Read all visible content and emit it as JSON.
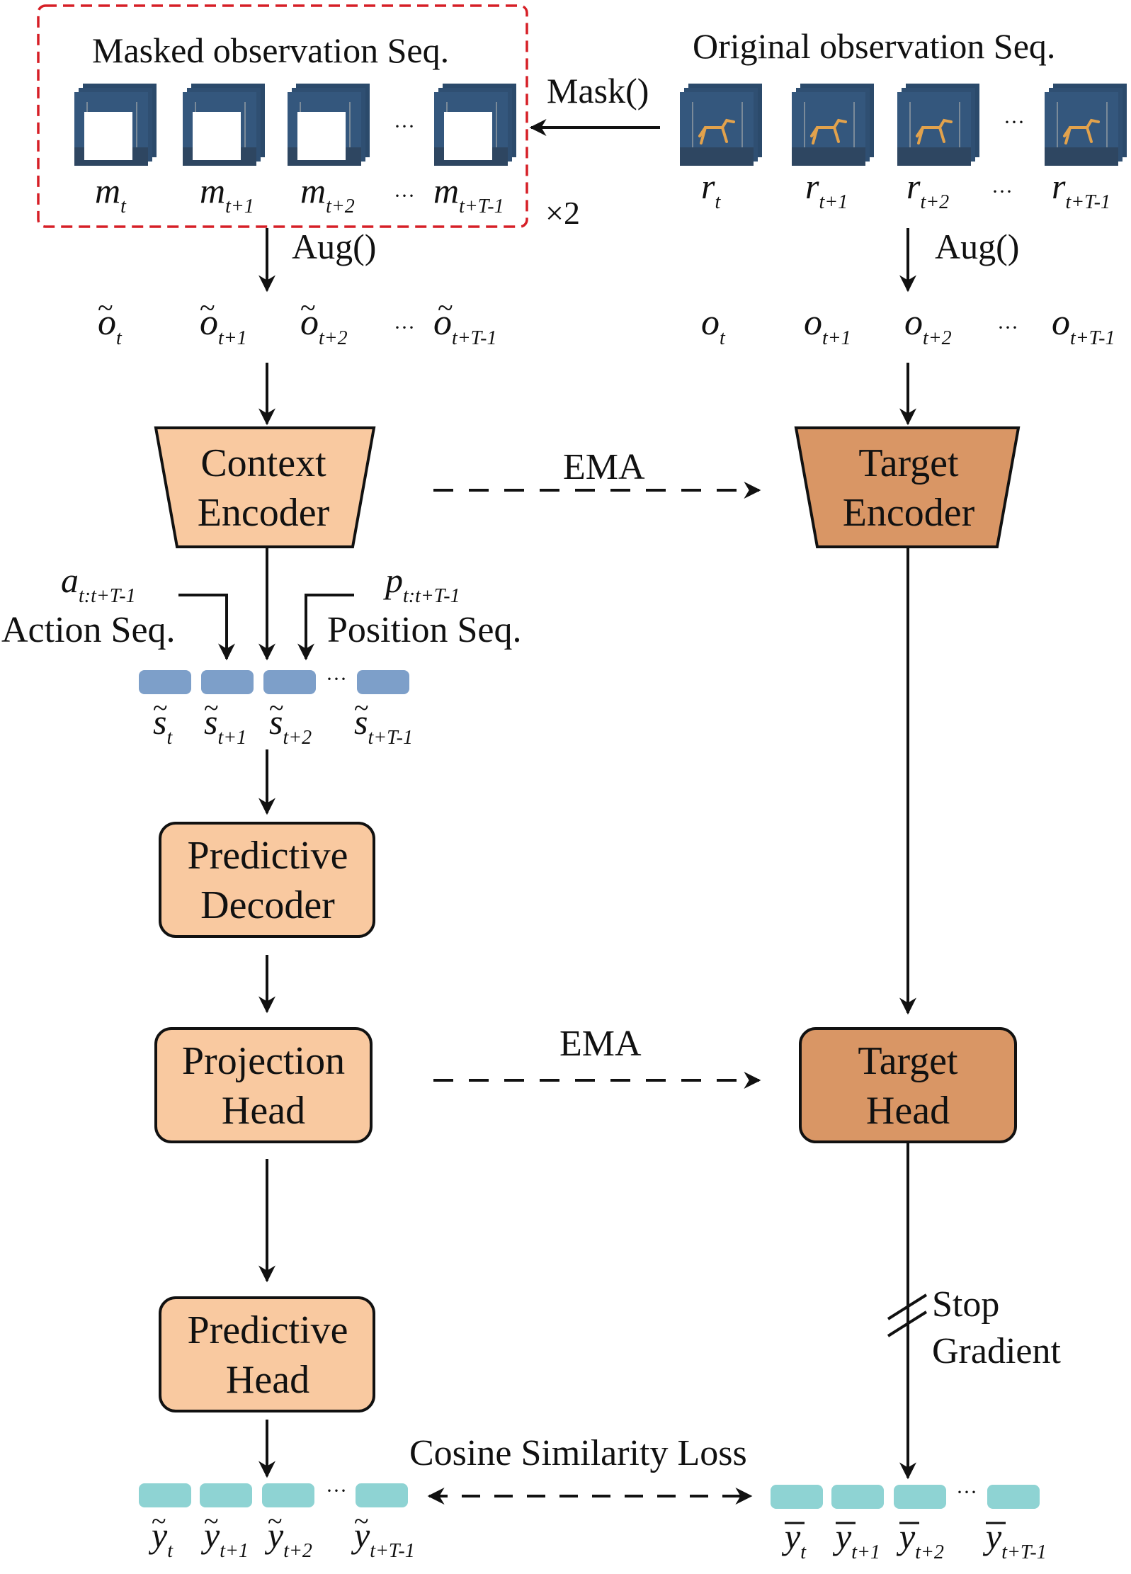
{
  "colors": {
    "light_block": "#f9c9a0",
    "dark_block": "#d99665",
    "embed_blue": "#7d9fc9",
    "embed_teal": "#8ed3d3",
    "mask_border": "#d61f26",
    "frame_bg": "#2b4a6b",
    "frame_floor": "#2e4661",
    "walker": "#e2a24c"
  },
  "labels": {
    "masked_title": "Masked observation Seq.",
    "original_title": "Original observation Seq.",
    "mask_fn": "Mask()",
    "times_two": "×2",
    "aug_left": "Aug()",
    "aug_right": "Aug()",
    "ema_top": "EMA",
    "ema_bottom": "EMA",
    "action_seq": "Action Seq.",
    "position_seq": "Position Seq.",
    "stop_gradient_1": "Stop",
    "stop_gradient_2": "Gradient",
    "cosine_loss": "Cosine Similarity Loss",
    "ellipsis": "···"
  },
  "blocks": {
    "context_encoder": [
      "Context",
      "Encoder"
    ],
    "target_encoder": [
      "Target",
      "Encoder"
    ],
    "predictive_decoder": [
      "Predictive",
      "Decoder"
    ],
    "projection_head": [
      "Projection",
      "Head"
    ],
    "target_head": [
      "Target",
      "Head"
    ],
    "predictive_head": [
      "Predictive",
      "Head"
    ]
  },
  "symbols": {
    "m": "m",
    "r": "r",
    "o": "o",
    "s": "s",
    "y": "y",
    "a": "a",
    "p": "p",
    "sub_t": "t",
    "sub_t1": "t+1",
    "sub_t2": "t+2",
    "sub_tT": "t+T-1",
    "sub_range": "t:t+T-1"
  }
}
